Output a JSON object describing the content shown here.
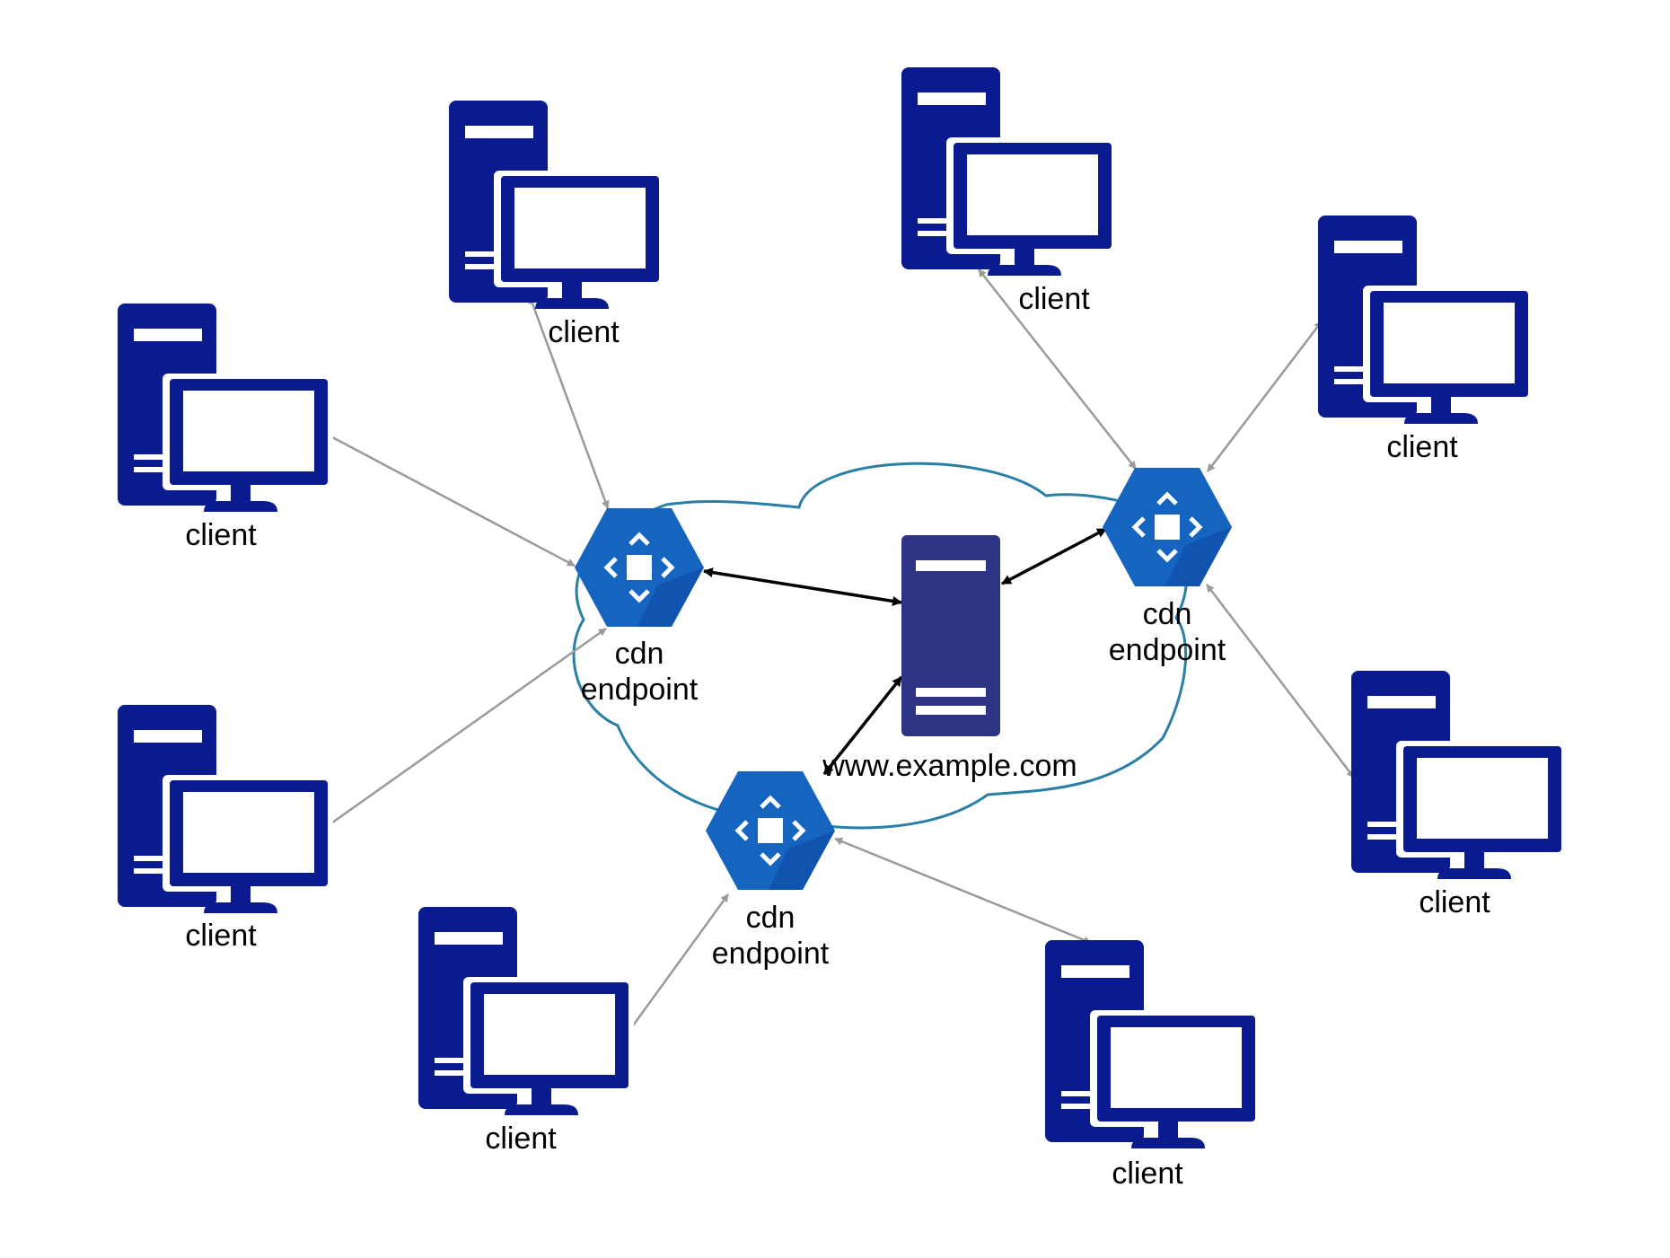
{
  "colors": {
    "client": "#0a1a8f",
    "origin_server": "#2e3484",
    "cdn_hex": "#1565c0",
    "cdn_hex_shade": "#0d47a1",
    "cloud_outline": "#2a7fa6",
    "edge_gray": "#9a9a9a",
    "edge_black": "#000000"
  },
  "icons": {
    "client": "desktop-computer-icon",
    "cdn": "cdn-endpoint-hex-icon",
    "origin": "server-icon",
    "cloud": "cloud-icon"
  },
  "origin": {
    "label": "www.example.com"
  },
  "cdn_endpoints": [
    {
      "id": "cdn-left",
      "line1": "cdn",
      "line2": "endpoint"
    },
    {
      "id": "cdn-right",
      "line1": "cdn",
      "line2": "endpoint"
    },
    {
      "id": "cdn-bottom",
      "line1": "cdn",
      "line2": "endpoint"
    }
  ],
  "clients": [
    {
      "id": "client-top-left",
      "label": "client"
    },
    {
      "id": "client-top-center-left",
      "label": "client"
    },
    {
      "id": "client-top-center-right",
      "label": "client"
    },
    {
      "id": "client-right-upper",
      "label": "client"
    },
    {
      "id": "client-left-lower",
      "label": "client"
    },
    {
      "id": "client-right-lower",
      "label": "client"
    },
    {
      "id": "client-bottom-left",
      "label": "client"
    },
    {
      "id": "client-bottom-right",
      "label": "client"
    }
  ],
  "edges": [
    {
      "from": "cdn-left",
      "to": "origin",
      "style": "black"
    },
    {
      "from": "cdn-right",
      "to": "origin",
      "style": "black"
    },
    {
      "from": "cdn-bottom",
      "to": "origin",
      "style": "black"
    },
    {
      "from": "cdn-left",
      "to": "client-top-left",
      "style": "gray"
    },
    {
      "from": "cdn-left",
      "to": "client-top-center-left",
      "style": "gray"
    },
    {
      "from": "cdn-left",
      "to": "client-left-lower",
      "style": "gray"
    },
    {
      "from": "cdn-right",
      "to": "client-top-center-right",
      "style": "gray"
    },
    {
      "from": "cdn-right",
      "to": "client-right-upper",
      "style": "gray"
    },
    {
      "from": "cdn-right",
      "to": "client-right-lower",
      "style": "gray"
    },
    {
      "from": "cdn-bottom",
      "to": "client-bottom-left",
      "style": "gray"
    },
    {
      "from": "cdn-bottom",
      "to": "client-bottom-right",
      "style": "gray"
    }
  ]
}
